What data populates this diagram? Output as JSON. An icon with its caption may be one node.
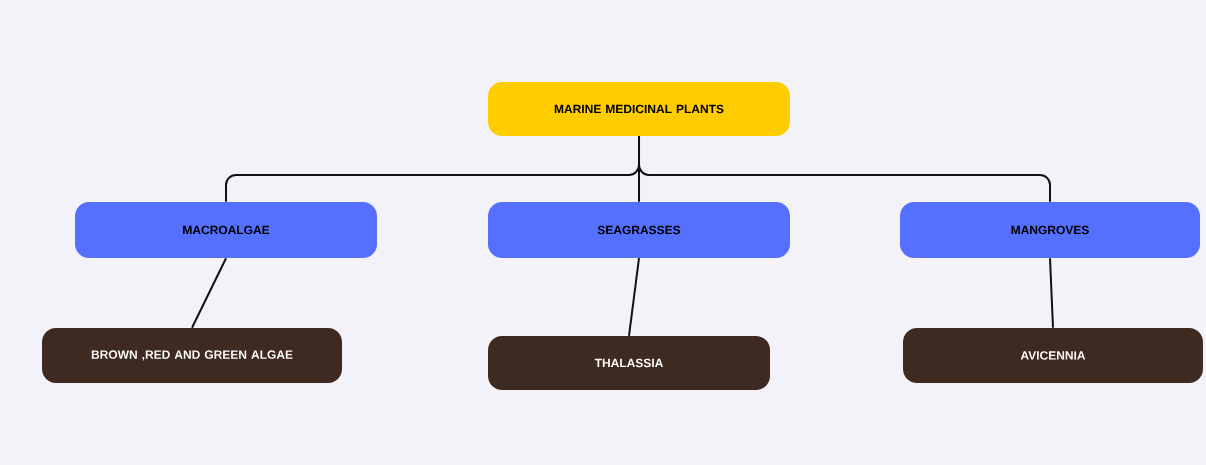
{
  "diagram": {
    "nodes": [
      {
        "text": [
          "MARINE MEDICINAL PLANTS"
        ]
      },
      {
        "text": [
          "MACROALGAE"
        ]
      },
      {
        "text": [
          "SEAGRASSES"
        ]
      },
      {
        "text": [
          "MANGROVES"
        ]
      },
      {
        "text": [
          "BROWN ,RED AND GREEN  ALGAE"
        ]
      },
      {
        "text": [
          "THALASSIA"
        ]
      },
      {
        "text": [
          "AVICENNIA"
        ]
      }
    ],
    "edges": [
      {
        "from": 0,
        "to": 1,
        "arrow": "none"
      },
      {
        "from": 0,
        "to": 2,
        "arrow": "none"
      },
      {
        "from": 0,
        "to": 3,
        "arrow": "none"
      },
      {
        "from": 1,
        "to": 4,
        "arrow": "none"
      },
      {
        "from": 2,
        "to": 5,
        "arrow": "none"
      },
      {
        "from": 3,
        "to": 6,
        "arrow": "none"
      }
    ]
  }
}
